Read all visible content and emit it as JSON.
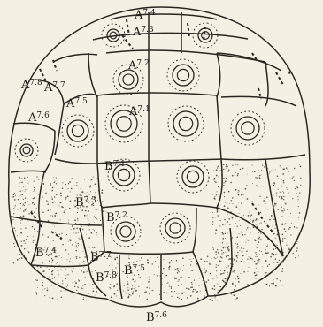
{
  "labels": {
    "a74": {
      "base": "A",
      "sup": "7.4"
    },
    "a73": {
      "base": "A",
      "sup": "7.3"
    },
    "a72": {
      "base": "A",
      "sup": "7.2"
    },
    "a71": {
      "base": "A",
      "sup": "7.1"
    },
    "a75": {
      "base": "A",
      "sup": "7.5"
    },
    "a76": {
      "base": "A",
      "sup": "7.6"
    },
    "a77": {
      "base": "A",
      "sup": "7.7"
    },
    "a78": {
      "base": "A",
      "sup": "7.8"
    },
    "b71": {
      "base": "B",
      "sup": "7.1"
    },
    "b72": {
      "base": "B",
      "sup": "7.2"
    },
    "b73": {
      "base": "B",
      "sup": "7.3"
    },
    "b74": {
      "base": "B",
      "sup": "7.4"
    },
    "b75": {
      "base": "B",
      "sup": "7.5"
    },
    "b76": {
      "base": "B",
      "sup": "7.6"
    },
    "b77": {
      "base": "B",
      "sup": "7.7"
    },
    "b78": {
      "base": "B",
      "sup": "7.8"
    }
  }
}
